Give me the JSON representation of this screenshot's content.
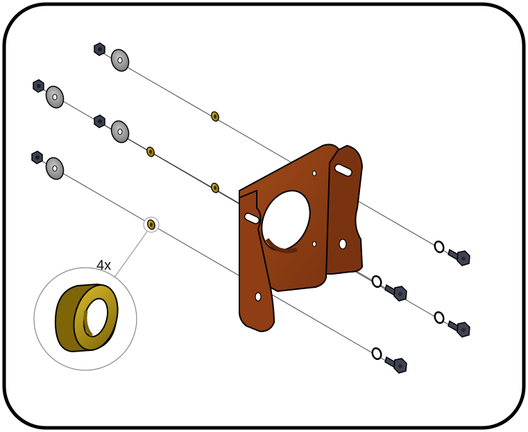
{
  "diagram": {
    "callout_quantity": "4x",
    "colors": {
      "frame": "#000000",
      "bracket": "#8a3b12",
      "bracket_shadow": "#5e260a",
      "bracket_hole": "#d9d9d9",
      "spacer": "#b79a18",
      "spacer_dark": "#7a6408",
      "washer": "#9a9a9a",
      "nut": "#3d4252",
      "bolt": "#3f4351",
      "axis_line": "#333333"
    },
    "parts": [
      "hex-nut",
      "flat-washer",
      "spacer",
      "bracket",
      "lock-washer",
      "hex-bolt"
    ]
  }
}
